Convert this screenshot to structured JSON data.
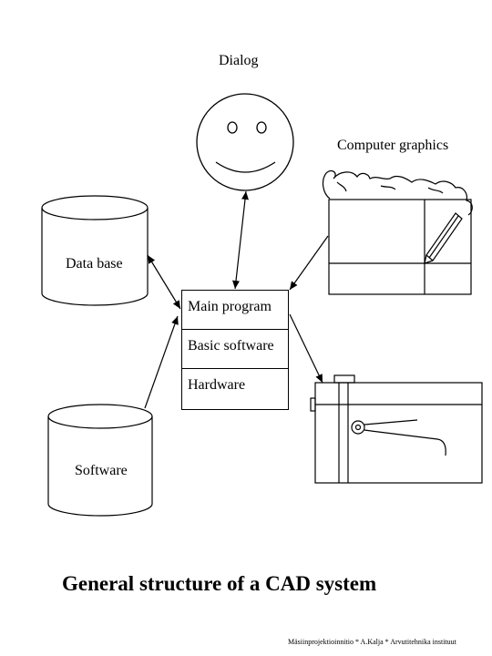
{
  "labels": {
    "dialog": "Dialog",
    "computer_graphics": "Computer graphics",
    "data_base": "Data base",
    "software": "Software"
  },
  "stack": {
    "main_program": "Main program",
    "basic_software": "Basic software",
    "hardware": "Hardware"
  },
  "title": "General structure of a CAD system",
  "footer": "Mäsiinprojektioinnitio * A.Kalja * Arvutitehnika instituut",
  "icons": [
    "smiley-face-icon",
    "graphics-terminal-icon",
    "database-cylinder-icon",
    "software-cylinder-icon",
    "plotter-icon"
  ]
}
